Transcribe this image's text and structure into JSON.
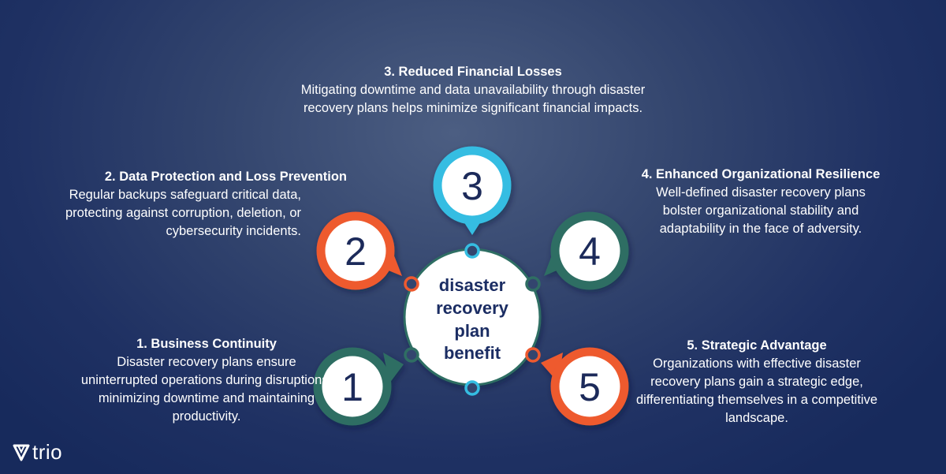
{
  "center": {
    "lines": [
      "disaster",
      "recovery",
      "plan",
      "benefit"
    ]
  },
  "benefits": [
    {
      "number": "1",
      "title": "1. Business Continuity",
      "description": "Disaster recovery plans ensure uninterrupted operations during disruptions, minimizing downtime and maintaining productivity.",
      "color": "#2f6e63"
    },
    {
      "number": "2",
      "title": "2. Data Protection and Loss Prevention",
      "description": "Regular backups safeguard critical data, protecting against corruption, deletion, or cybersecurity incidents.",
      "color": "#ee5a2f"
    },
    {
      "number": "3",
      "title": "3. Reduced Financial Losses",
      "description": "Mitigating downtime and data unavailability through disaster recovery plans helps minimize significant financial impacts.",
      "color": "#35bde2"
    },
    {
      "number": "4",
      "title": "4. Enhanced Organizational Resilience",
      "description": "Well-defined disaster recovery plans bolster organizational stability and adaptability in the face of adversity.",
      "color": "#2f6e63"
    },
    {
      "number": "5",
      "title": "5. Strategic Advantage",
      "description": "Organizations with effective disaster recovery plans gain a strategic edge, differentiating themselves in a competitive landscape.",
      "color": "#ee5a2f"
    }
  ],
  "logo": {
    "text": "trio",
    "icon": "trio-v-logo-icon"
  }
}
